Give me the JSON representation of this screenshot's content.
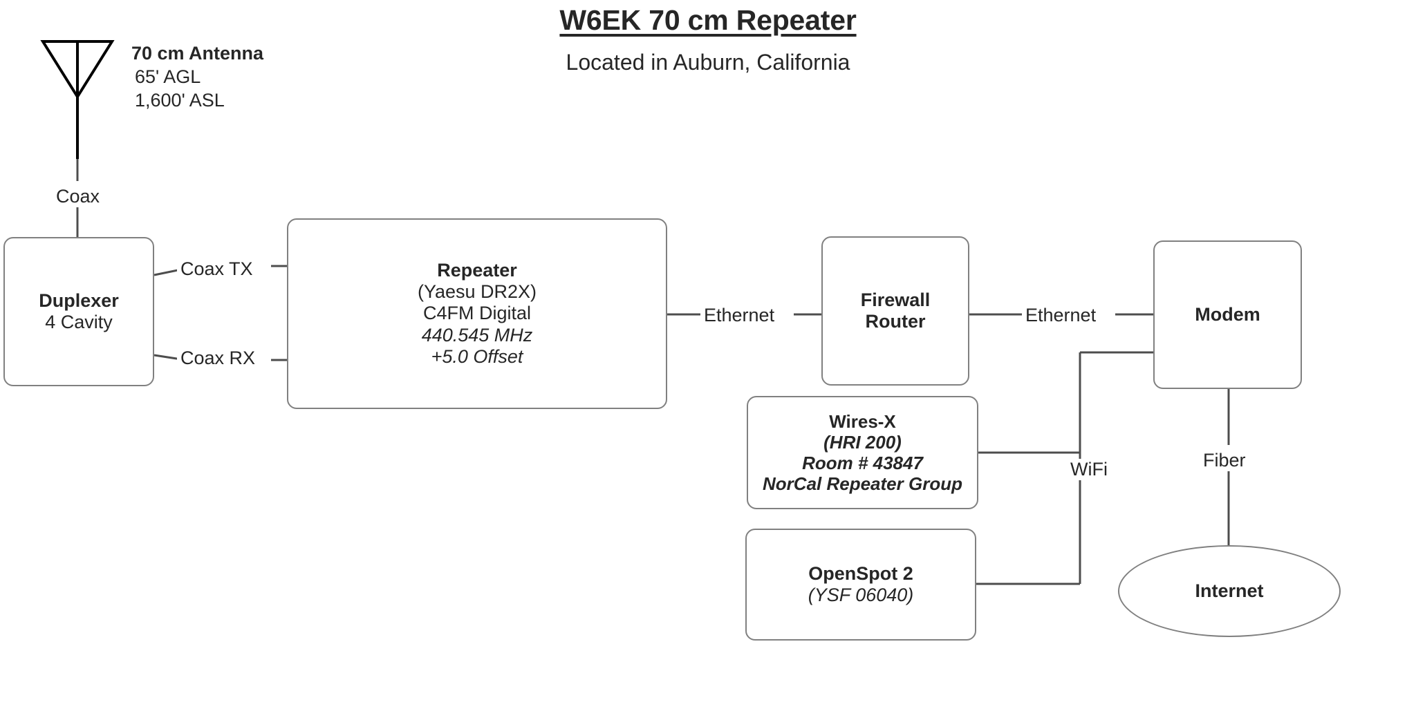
{
  "header": {
    "title": "W6EK 70 cm Repeater",
    "subtitle": "Located in Auburn, California"
  },
  "antenna": {
    "icon": "antenna-triangle-icon",
    "title": "70 cm Antenna",
    "agl": "65' AGL",
    "asl": "1,600' ASL"
  },
  "nodes": {
    "duplexer": {
      "line1": "Duplexer",
      "line2": "4 Cavity"
    },
    "repeater": {
      "line1": "Repeater",
      "line2": "(Yaesu DR2X)",
      "line3": "C4FM Digital",
      "line4": "440.545 MHz",
      "line5": "+5.0 Offset"
    },
    "firewall": {
      "line1": "Firewall",
      "line2": "Router"
    },
    "modem": {
      "line1": "Modem"
    },
    "wiresx": {
      "line1": "Wires-X",
      "line2": "(HRI 200)",
      "line3": "Room # 43847",
      "line4": "NorCal Repeater Group"
    },
    "openspot": {
      "line1": "OpenSpot 2",
      "line2": "(YSF 06040)"
    },
    "internet": {
      "line1": "Internet"
    }
  },
  "link_labels": {
    "coax": "Coax",
    "coax_tx": "Coax TX",
    "coax_rx": "Coax RX",
    "ethernet_repeater_router": "Ethernet",
    "ethernet_router_modem": "Ethernet",
    "wifi": "WiFi",
    "fiber": "Fiber"
  },
  "colors": {
    "background": "#ffffff",
    "text": "#262626",
    "box_border": "#808080",
    "wire": "#4d4d4d",
    "antenna": "#000000"
  }
}
